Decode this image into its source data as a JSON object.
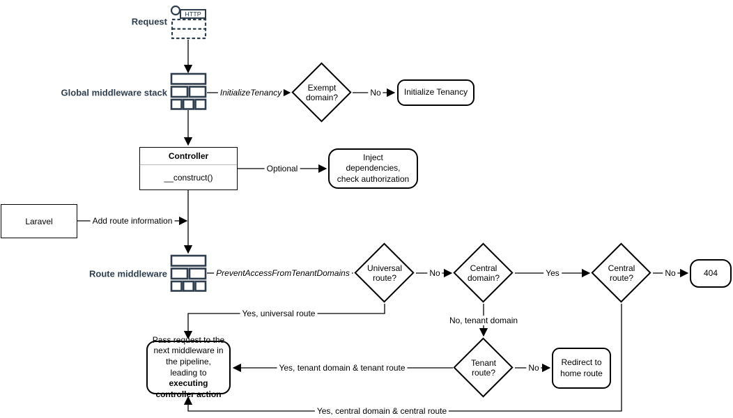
{
  "colors": {
    "icon_navy": "#2e3e4e",
    "line_black": "#000000",
    "background": "#ffffff",
    "divider_gray": "#b9b9b9"
  },
  "side_labels": {
    "request": "Request",
    "global_middleware": "Global middleware stack",
    "route_middleware": "Route middleware"
  },
  "nodes": {
    "http_icon_text": "HTTP",
    "exempt_domain": "Exempt domain?",
    "initialize_tenancy": "Initialize Tenancy",
    "controller_title": "Controller",
    "controller_method": "__construct()",
    "inject_dependencies": "Inject dependencies, check authorization",
    "laravel": "Laravel",
    "universal_route": "Universal route?",
    "central_domain": "Central domain?",
    "central_route": "Central route?",
    "not_found": "404",
    "tenant_route": "Tenant route?",
    "redirect_home": "Redirect to home route",
    "pass_request_text": "Pass request to the next middleware in the pipeline, leading to",
    "pass_request_bold": "executing controller action"
  },
  "edge_labels": {
    "initialize_tenancy_middleware": "InitializeTenancy",
    "exempt_no": "No",
    "optional": "Optional",
    "add_route_information": "Add route information",
    "prevent_access_middleware": "PreventAccessFromTenantDomains",
    "universal_no": "No",
    "central_domain_yes": "Yes",
    "central_route_no": "No",
    "yes_universal_route": "Yes, universal route",
    "no_tenant_domain": "No, tenant domain",
    "yes_tenant_domain_route": "Yes, tenant domain & tenant route",
    "tenant_route_no": "No",
    "yes_central_domain_route": "Yes, central domain & central route"
  }
}
